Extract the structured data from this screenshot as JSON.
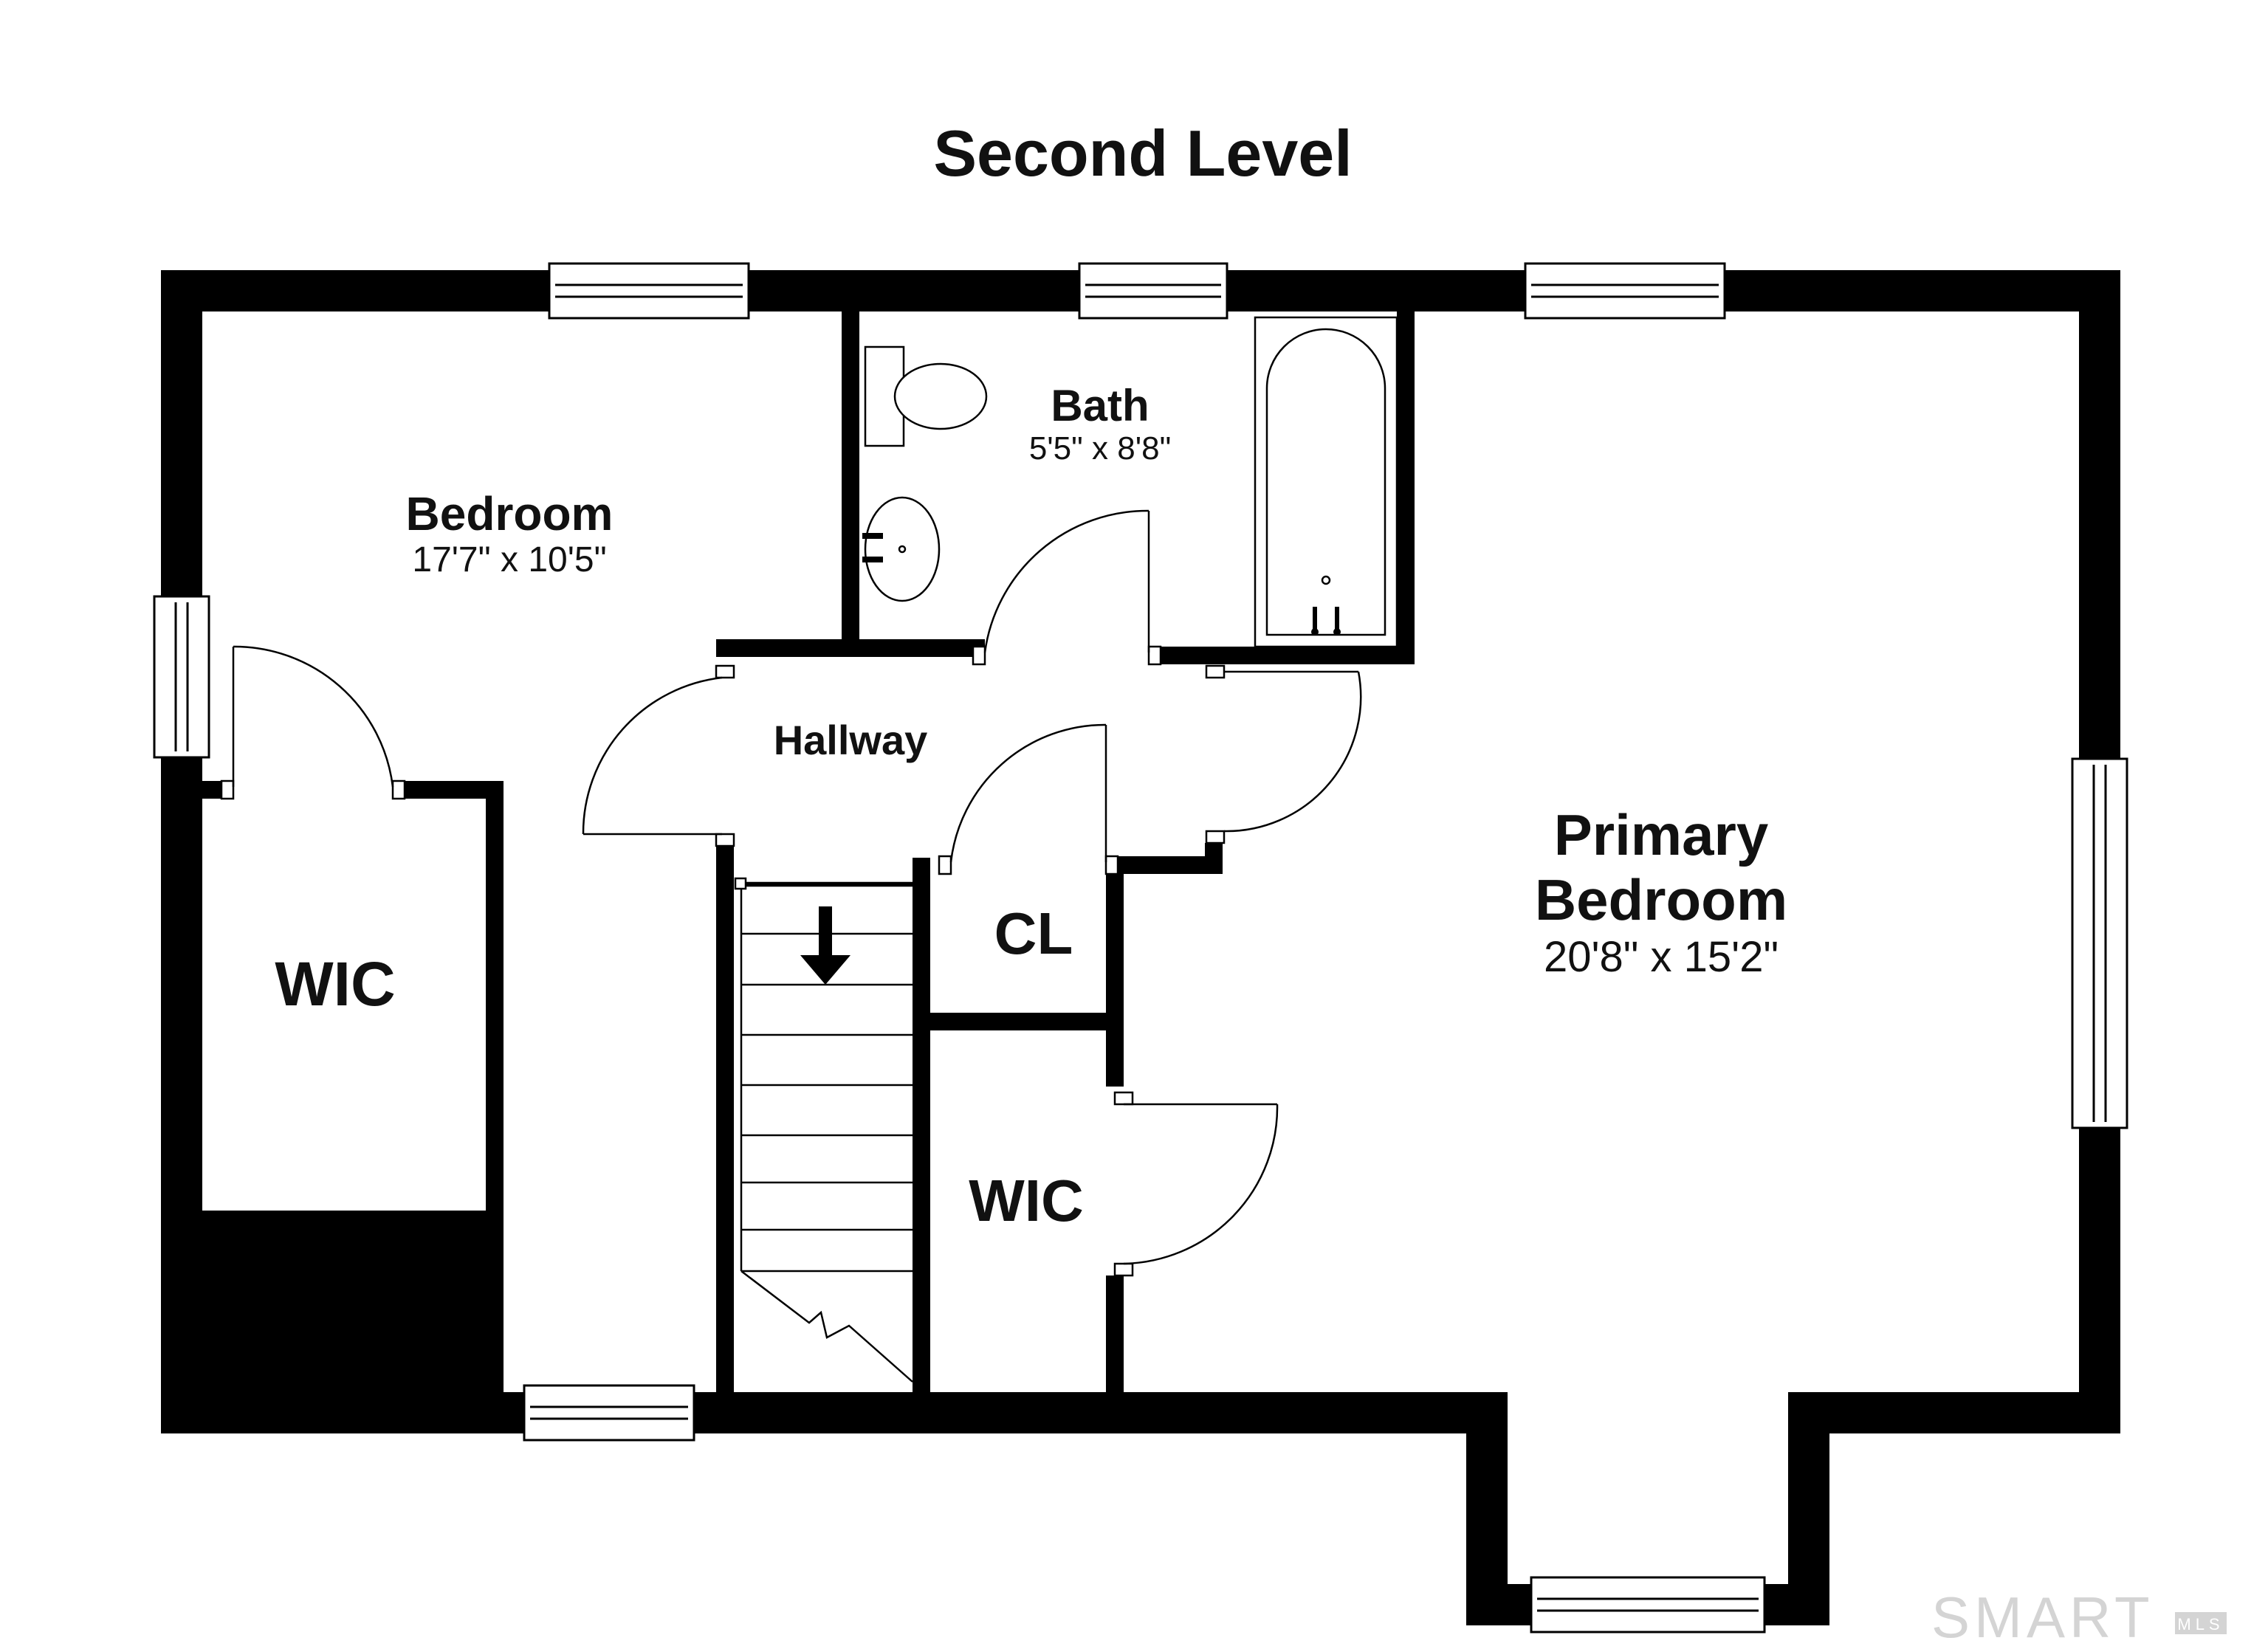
{
  "title": "Second Level",
  "rooms": {
    "bedroom": {
      "name": "Bedroom",
      "dims": "17'7\" x 10'5\""
    },
    "bath": {
      "name": "Bath",
      "dims": "5'5\" x 8'8\""
    },
    "hallway": {
      "name": "Hallway"
    },
    "primary": {
      "name_line1": "Primary",
      "name_line2": "Bedroom",
      "dims": "20'8\" x 15'2\""
    },
    "wic_left": {
      "name": "WIC"
    },
    "closet": {
      "name": "CL"
    },
    "wic_center": {
      "name": "WIC"
    }
  },
  "watermark": {
    "brand": "SMART",
    "sub": "MLS"
  },
  "colors": {
    "wall": "#000000",
    "background": "#ffffff",
    "watermark": "#d4d4d4"
  }
}
